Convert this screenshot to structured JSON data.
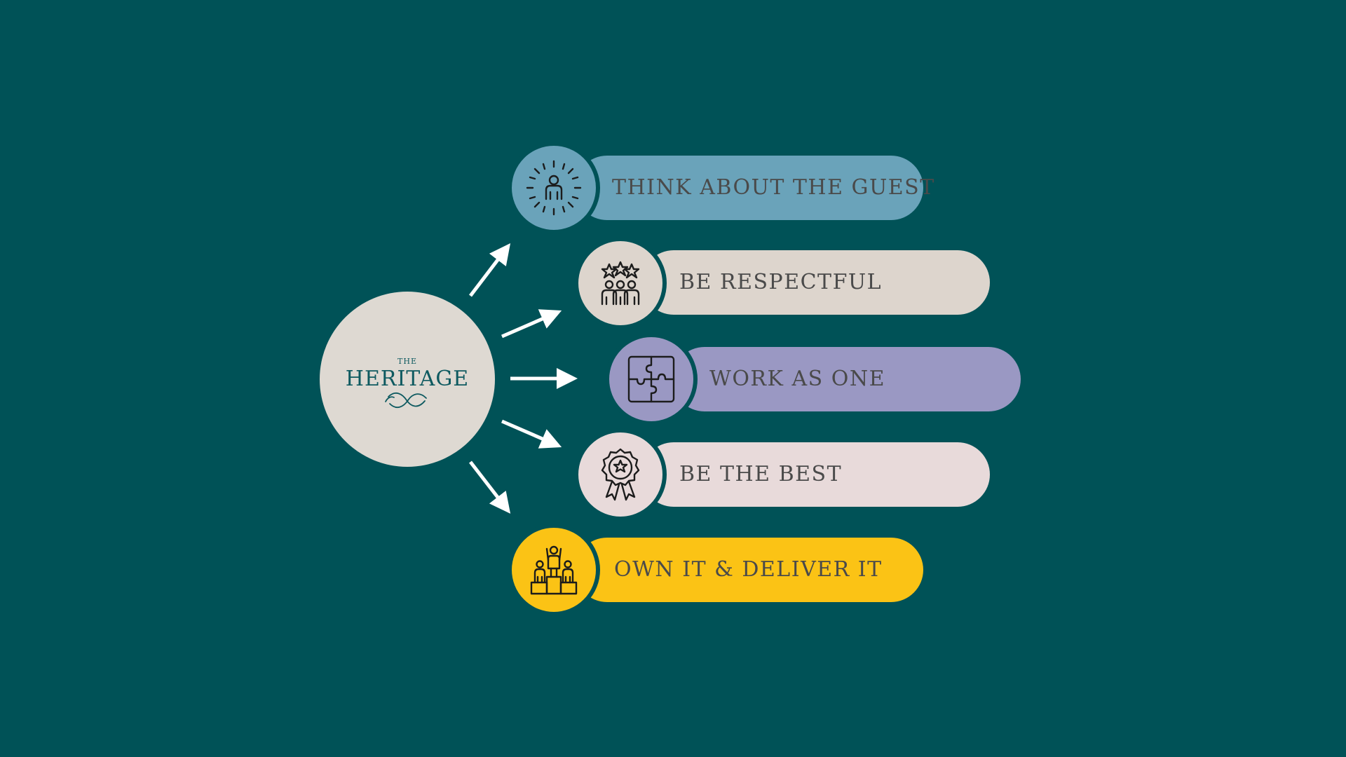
{
  "logo": {
    "small_text": "THE",
    "name": "HERITAGE"
  },
  "colors": {
    "background": "#005257",
    "logo_circle": "#ded9d2",
    "text": "#4a4a4a",
    "arrow": "#ffffff"
  },
  "values": [
    {
      "label": "THINK ABOUT THE GUEST",
      "icon": "spotlight-person-icon",
      "color": "#6aa3ba"
    },
    {
      "label": "BE RESPECTFUL",
      "icon": "team-stars-icon",
      "color": "#ddd5cd"
    },
    {
      "label": "WORK AS ONE",
      "icon": "puzzle-icon",
      "color": "#9a98c3"
    },
    {
      "label": "BE THE BEST",
      "icon": "award-ribbon-icon",
      "color": "#e8dada"
    },
    {
      "label": "OWN IT & DELIVER IT",
      "icon": "podium-winner-icon",
      "color": "#fbc315"
    }
  ]
}
